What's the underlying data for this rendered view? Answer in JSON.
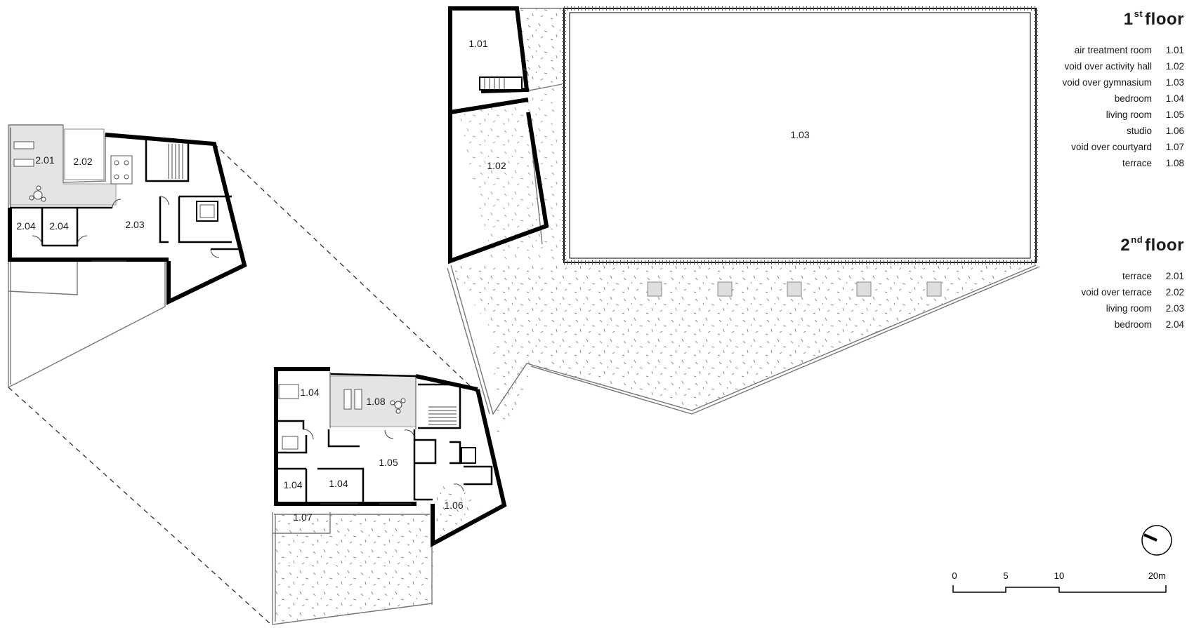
{
  "legend": {
    "floor1": {
      "title_num": "1",
      "title_sup": "st",
      "title_word": "floor",
      "items": [
        {
          "name": "air treatment room",
          "code": "1.01"
        },
        {
          "name": "void over activity hall",
          "code": "1.02"
        },
        {
          "name": "void over gymnasium",
          "code": "1.03"
        },
        {
          "name": "bedroom",
          "code": "1.04"
        },
        {
          "name": "living room",
          "code": "1.05"
        },
        {
          "name": "studio",
          "code": "1.06"
        },
        {
          "name": "void over courtyard",
          "code": "1.07"
        },
        {
          "name": "terrace",
          "code": "1.08"
        }
      ]
    },
    "floor2": {
      "title_num": "2",
      "title_sup": "nd",
      "title_word": "floor",
      "items": [
        {
          "name": "terrace",
          "code": "2.01"
        },
        {
          "name": "void over terrace",
          "code": "2.02"
        },
        {
          "name": "living room",
          "code": "2.03"
        },
        {
          "name": "bedroom",
          "code": "2.04"
        }
      ]
    }
  },
  "room_labels": {
    "r101": "1.01",
    "r102": "1.02",
    "r103": "1.03",
    "r104a": "1.04",
    "r104b": "1.04",
    "r104c": "1.04",
    "r105": "1.05",
    "r106": "1.06",
    "r107": "1.07",
    "r108": "1.08",
    "r201": "2.01",
    "r202": "2.02",
    "r203": "2.03",
    "r204a": "2.04",
    "r204b": "2.04"
  },
  "scale_bar": {
    "labels": [
      "0",
      "5",
      "10",
      "20m"
    ]
  },
  "north_arrow": {
    "icon": "north-arrow-icon"
  },
  "colors": {
    "wall": "#000000",
    "terrace_fill": "#e4e4e4",
    "column_fill": "#dedede",
    "outline": "#777777"
  }
}
